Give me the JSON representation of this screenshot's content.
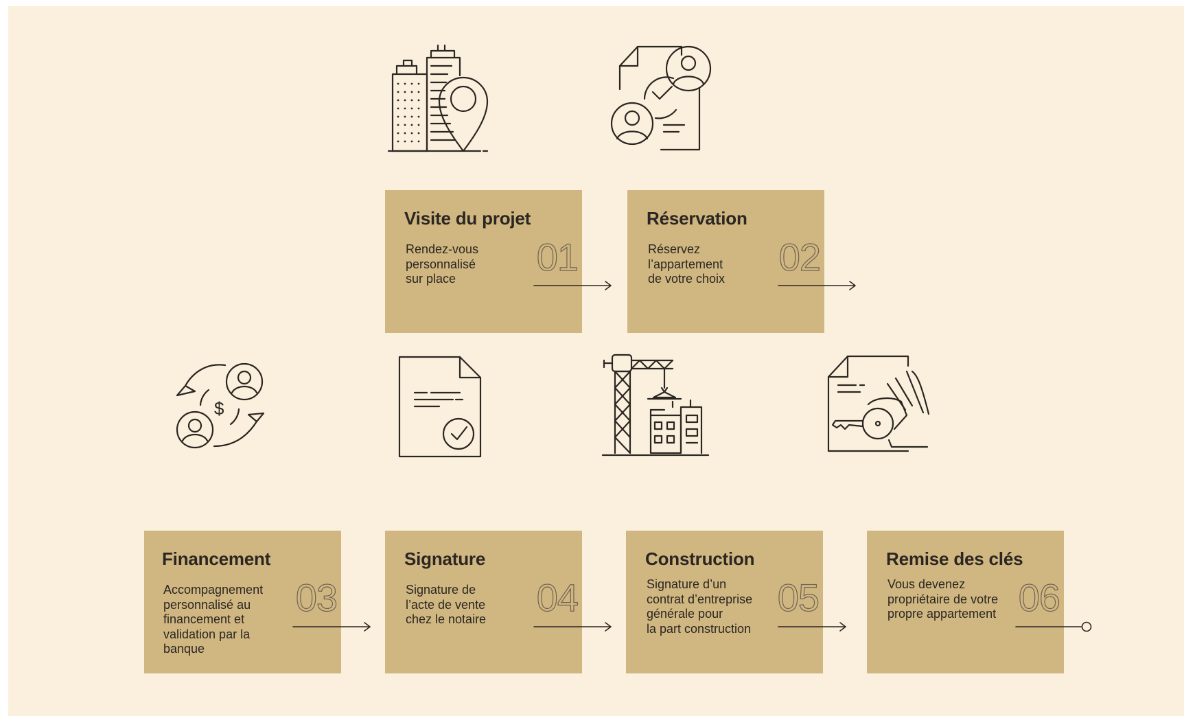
{
  "colors": {
    "background": "#fbf0dd",
    "card": "#d0b782",
    "text": "#2b2621",
    "line": "#2a2622"
  },
  "steps": [
    {
      "title": "Visite du projet",
      "desc": "Rendez-vous\npersonnalisé\nsur place",
      "number": "01",
      "icon": "city-location-icon",
      "connector": "arrow"
    },
    {
      "title": "Réservation",
      "desc": "Réservez\nl’appartement\nde votre choix",
      "number": "02",
      "icon": "document-people-check-icon",
      "connector": "arrow"
    },
    {
      "title": "Financement",
      "desc": "Accompagnement\npersonnalisé au\nfinancement et\nvalidation par la\nbanque",
      "number": "03",
      "icon": "money-exchange-icon",
      "connector": "arrow"
    },
    {
      "title": "Signature",
      "desc": "Signature de\nl’acte de vente\nchez le notaire",
      "number": "04",
      "icon": "signed-document-icon",
      "connector": "arrow"
    },
    {
      "title": "Construction",
      "desc": "Signature d’un\ncontrat d’entreprise\ngénérale pour\nla part construction",
      "number": "05",
      "icon": "crane-building-icon",
      "connector": "arrow"
    },
    {
      "title": "Remise des clés",
      "desc": "Vous devenez\npropriétaire de votre\npropre appartement",
      "number": "06",
      "icon": "key-handover-icon",
      "connector": "end-circle"
    }
  ]
}
